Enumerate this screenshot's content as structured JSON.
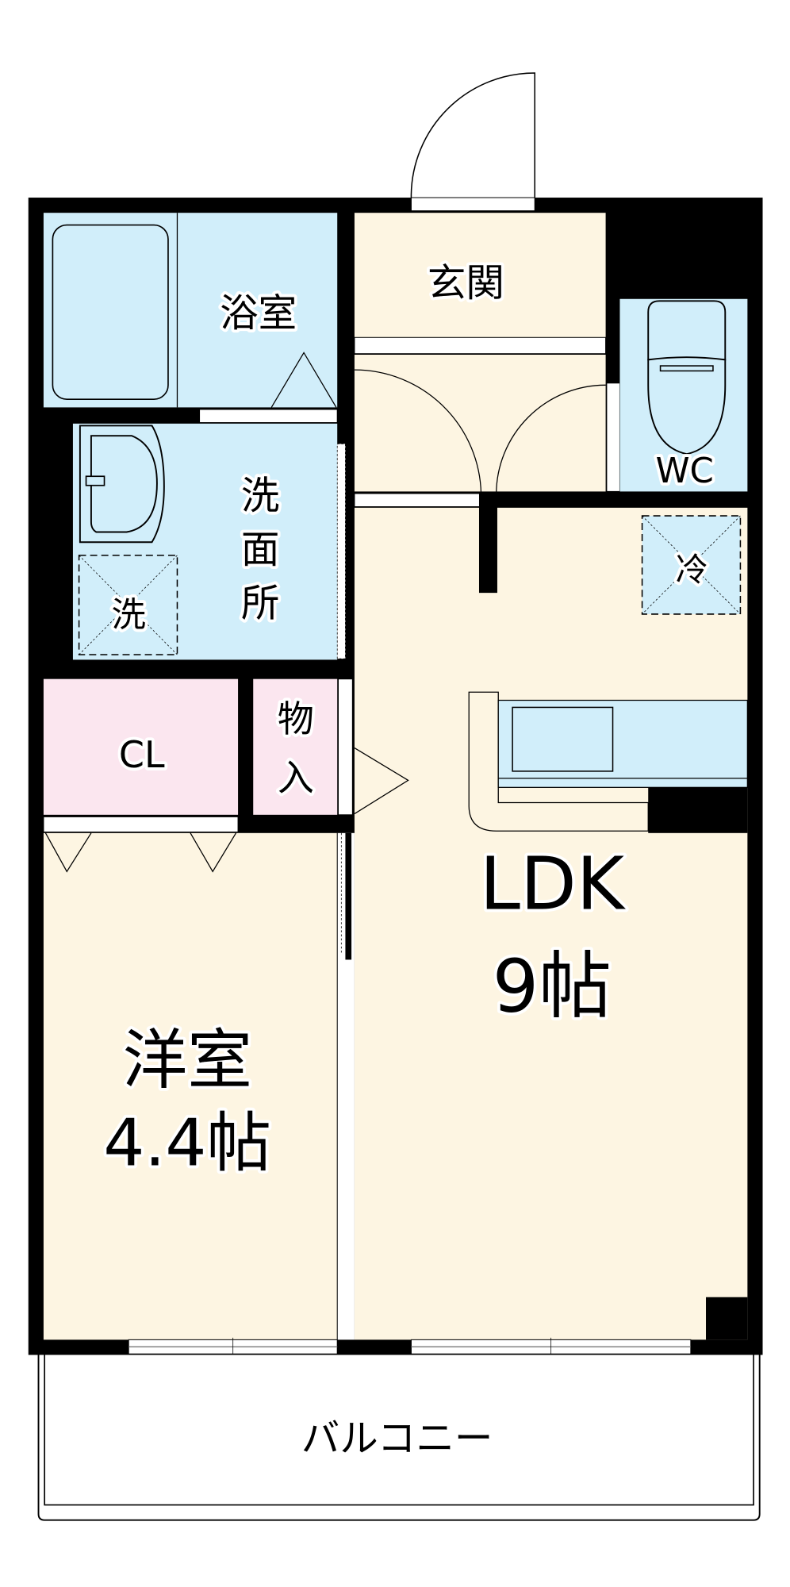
{
  "colors": {
    "wall": "#000000",
    "wet_area": "#d1eefa",
    "living_floor": "#fdf5e2",
    "storage": "#fbe6ef",
    "background": "#ffffff"
  },
  "rooms": {
    "bath": {
      "label": "浴室"
    },
    "entrance": {
      "label": "玄関"
    },
    "wc": {
      "label": "WC"
    },
    "washroom": {
      "label_lines": [
        "洗",
        "面",
        "所"
      ]
    },
    "washer": {
      "label": "洗"
    },
    "fridge": {
      "label": "冷"
    },
    "closet": {
      "label": "CL"
    },
    "storage": {
      "label_lines": [
        "物",
        "入"
      ]
    },
    "ldk": {
      "label": "LDK",
      "size": "9帖"
    },
    "western_room": {
      "label": "洋室",
      "size": "4.4帖"
    },
    "balcony": {
      "label": "バルコニー"
    }
  }
}
